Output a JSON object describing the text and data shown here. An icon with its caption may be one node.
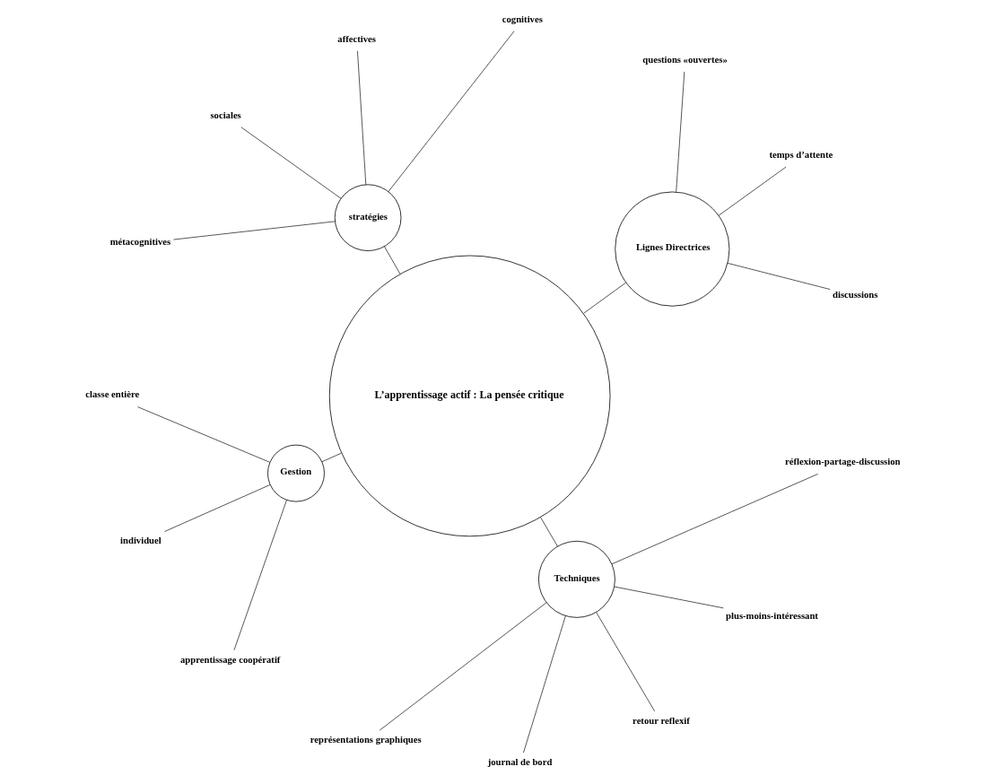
{
  "diagram": {
    "nodes": [
      {
        "text": [
          "L’apprentissage actif : La pensée critique"
        ]
      },
      {
        "text": [
          "Lignes Directrices"
        ]
      },
      {
        "text": [
          "discussions"
        ]
      },
      {
        "text": [
          "temps d’attente"
        ]
      },
      {
        "text": [
          "questions «ouvertes»"
        ]
      },
      {
        "text": [
          "stratégies"
        ]
      },
      {
        "text": [
          "cognitives"
        ]
      },
      {
        "text": [
          "affectives"
        ]
      },
      {
        "text": [
          "sociales"
        ]
      },
      {
        "text": [
          "métacognitives"
        ]
      },
      {
        "text": [
          "Gestion"
        ]
      },
      {
        "text": [
          "classe entière"
        ]
      },
      {
        "text": [
          "individuel"
        ]
      },
      {
        "text": [
          "apprentissage coopératif"
        ]
      },
      {
        "text": [
          "Techniques"
        ]
      },
      {
        "text": [
          "représentations graphiques"
        ]
      },
      {
        "text": [
          "journal de bord"
        ]
      },
      {
        "text": [
          "retour reflexif"
        ]
      },
      {
        "text": [
          "plus-moins-intéressant"
        ]
      },
      {
        "text": [
          "réflexion-partage-discussion"
        ]
      }
    ],
    "edges": [
      {
        "from": 0,
        "to": 1,
        "arrow": "none"
      },
      {
        "from": 0,
        "to": 5,
        "arrow": "none"
      },
      {
        "from": 0,
        "to": 10,
        "arrow": "none"
      },
      {
        "from": 0,
        "to": 14,
        "arrow": "none"
      },
      {
        "from": 1,
        "to": 2,
        "arrow": "none"
      },
      {
        "from": 1,
        "to": 3,
        "arrow": "none"
      },
      {
        "from": 1,
        "to": 4,
        "arrow": "none"
      },
      {
        "from": 5,
        "to": 6,
        "arrow": "none"
      },
      {
        "from": 5,
        "to": 7,
        "arrow": "none"
      },
      {
        "from": 5,
        "to": 8,
        "arrow": "none"
      },
      {
        "from": 5,
        "to": 9,
        "arrow": "none"
      },
      {
        "from": 10,
        "to": 11,
        "arrow": "none"
      },
      {
        "from": 10,
        "to": 12,
        "arrow": "none"
      },
      {
        "from": 10,
        "to": 13,
        "arrow": "none"
      },
      {
        "from": 14,
        "to": 15,
        "arrow": "none"
      },
      {
        "from": 14,
        "to": 16,
        "arrow": "none"
      },
      {
        "from": 14,
        "to": 17,
        "arrow": "none"
      },
      {
        "from": 14,
        "to": 18,
        "arrow": "none"
      },
      {
        "from": 14,
        "to": 19,
        "arrow": "none"
      }
    ]
  }
}
